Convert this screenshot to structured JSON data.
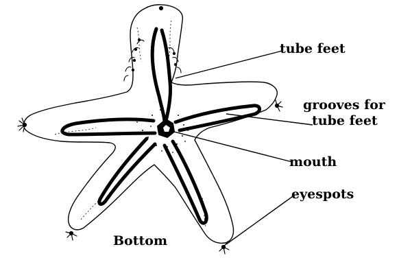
{
  "diagram": {
    "labels": {
      "tube_feet": "tube  feet",
      "grooves_line1": "grooves for",
      "grooves_line2": "tube feet",
      "mouth": "mouth",
      "eyespots": "eyespots",
      "view": "Bottom"
    }
  }
}
